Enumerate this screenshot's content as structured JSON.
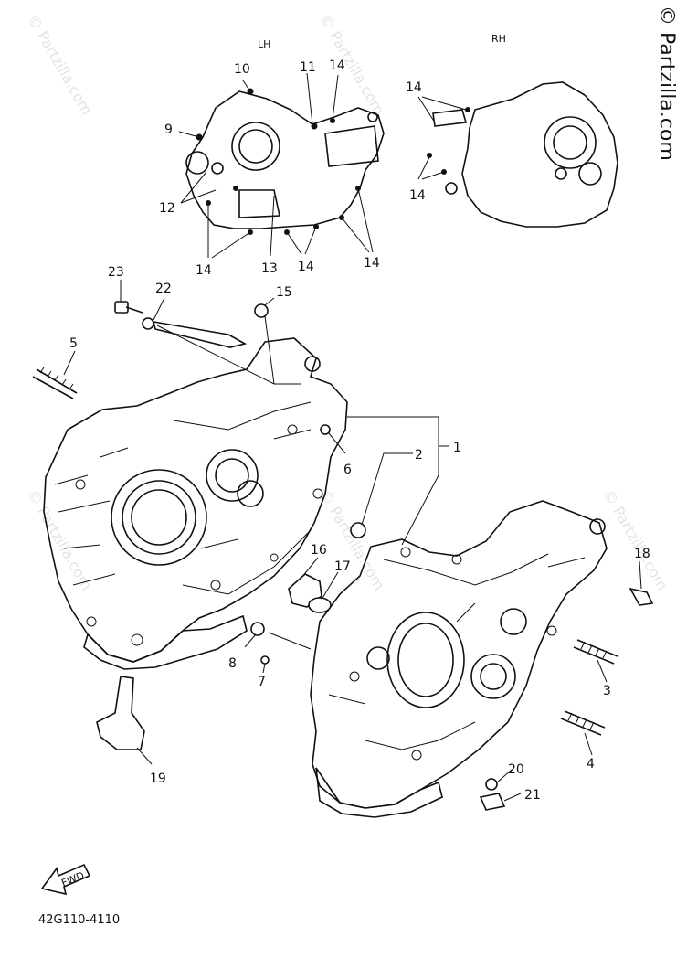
{
  "header": {
    "lh": "LH",
    "rh": "RH"
  },
  "watermark": {
    "text": "© Partzilla.com",
    "corner": "© Partzilla.com"
  },
  "diagram_code": "42G110-4110",
  "fwd_label": "FWD",
  "callouts": {
    "c1": "1",
    "c2": "2",
    "c3": "3",
    "c4": "4",
    "c5": "5",
    "c6": "6",
    "c7": "7",
    "c8": "8",
    "c9": "9",
    "c10": "10",
    "c11": "11",
    "c12": "12",
    "c13": "13",
    "c14a": "14",
    "c14b": "14",
    "c14c": "14",
    "c14d": "14",
    "c14e": "14",
    "c14f": "14",
    "c15": "15",
    "c16": "16",
    "c17": "17",
    "c18": "18",
    "c19": "19",
    "c20": "20",
    "c21": "21",
    "c22": "22",
    "c23": "23"
  }
}
